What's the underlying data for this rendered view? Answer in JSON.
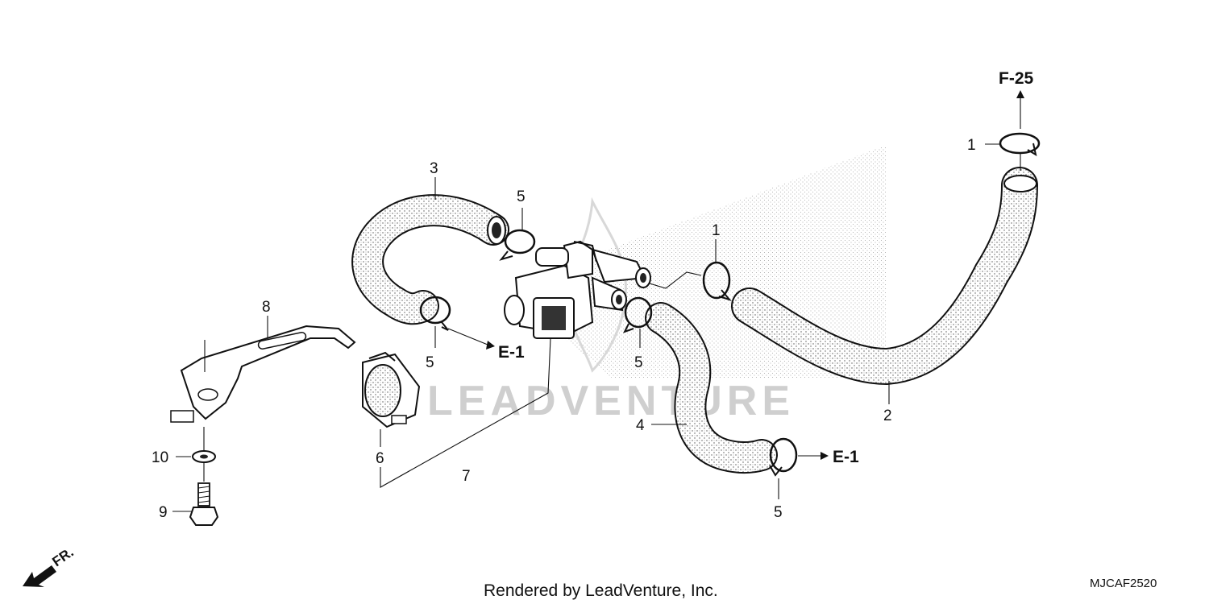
{
  "diagram": {
    "callouts": {
      "c1a": "1",
      "c1b": "1",
      "c2": "2",
      "c3": "3",
      "c4": "4",
      "c5a": "5",
      "c5b": "5",
      "c5c": "5",
      "c5d": "5",
      "c6": "6",
      "c7": "7",
      "c8": "8",
      "c9": "9",
      "c10": "10"
    },
    "refs": {
      "f25": "F-25",
      "e1_left": "E-1",
      "e1_right": "E-1"
    },
    "direction": "FR.",
    "watermark": "LEADVENTURE",
    "footer": "Rendered by LeadVenture, Inc.",
    "diagram_code": "MJCAF2520"
  }
}
